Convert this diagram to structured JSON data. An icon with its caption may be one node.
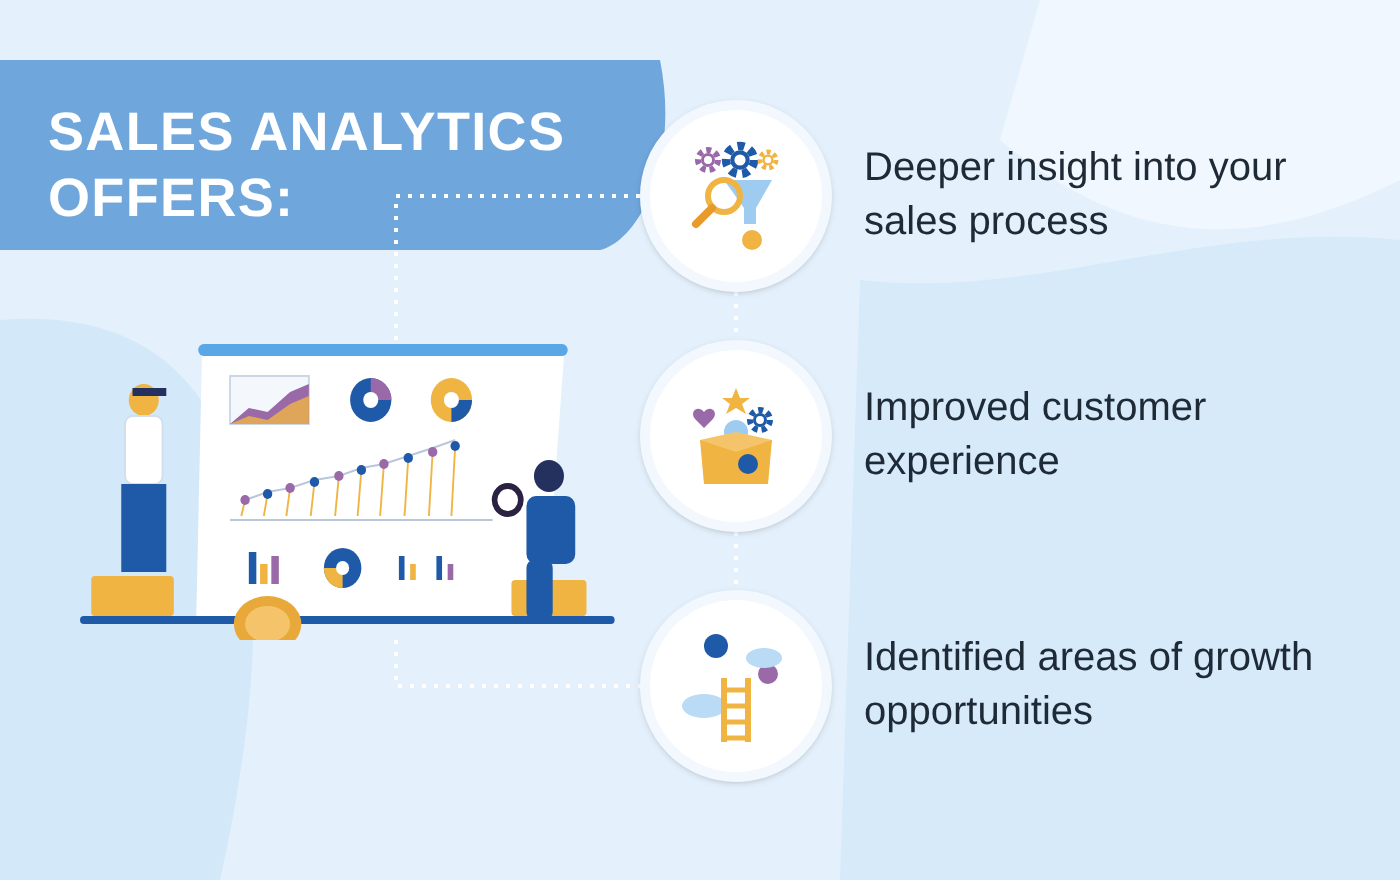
{
  "diagram": {
    "title": "SALES ANALYTICS OFFERS:",
    "nodes": [
      {
        "text": [],
        "shape": "picture"
      },
      {
        "text": [],
        "shape": "circle",
        "beside": [
          "Deeper insight into your sales process"
        ]
      },
      {
        "text": [],
        "shape": "circle",
        "beside": [
          "Improved customer experience"
        ]
      },
      {
        "text": [],
        "shape": "circle",
        "beside": [
          "Identified areas of growth opportunities"
        ]
      }
    ],
    "edges": [
      {
        "from": 0,
        "to": 1,
        "arrow": "none",
        "style": "dashed"
      },
      {
        "from": 0,
        "to": 3,
        "arrow": "none",
        "style": "dashed"
      },
      {
        "from": 1,
        "to": 2,
        "arrow": "none",
        "style": "dashed"
      },
      {
        "from": 2,
        "to": 3,
        "arrow": "none",
        "style": "dashed"
      }
    ]
  }
}
